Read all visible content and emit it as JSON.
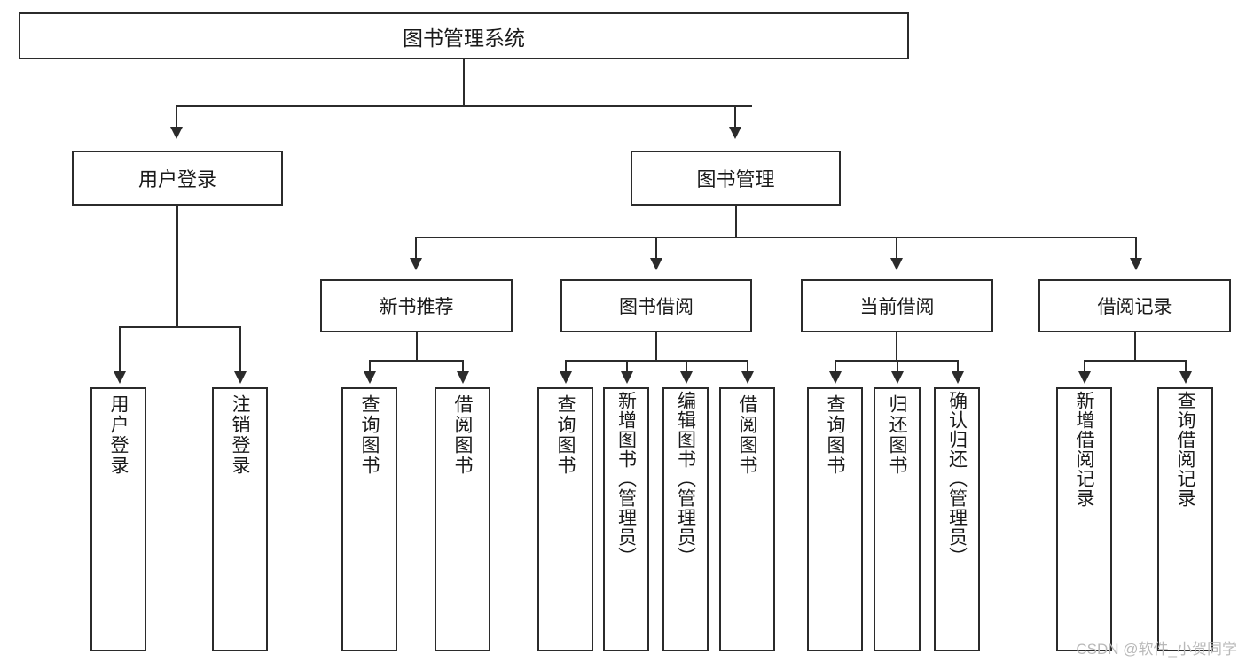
{
  "diagram": {
    "title": "图书管理系统",
    "type": "hierarchy-tree",
    "levels": 4,
    "colors": {
      "stroke": "#2b2b2b",
      "fill": "#ffffff",
      "text": "#1a1a1a",
      "watermark": "#b9b9b9"
    }
  },
  "root": {
    "label": "图书管理系统"
  },
  "level2": [
    {
      "label": "用户登录"
    },
    {
      "label": "图书管理"
    }
  ],
  "level3": [
    {
      "label": "新书推荐"
    },
    {
      "label": "图书借阅"
    },
    {
      "label": "当前借阅"
    },
    {
      "label": "借阅记录"
    }
  ],
  "leaves": {
    "user_login": [
      {
        "label": "用户登录"
      },
      {
        "label": "注销登录"
      }
    ],
    "new_book_recommend": [
      {
        "label": "查询图书"
      },
      {
        "label": "借阅图书"
      }
    ],
    "book_borrow": [
      {
        "label": "查询图书"
      },
      {
        "label": "新增图书（管理员）"
      },
      {
        "label": "编辑图书（管理员）"
      },
      {
        "label": "借阅图书"
      }
    ],
    "current_borrow": [
      {
        "label": "查询图书"
      },
      {
        "label": "归还图书"
      },
      {
        "label": "确认归还（管理员）"
      }
    ],
    "borrow_record": [
      {
        "label": "新增借阅记录"
      },
      {
        "label": "查询借阅记录"
      }
    ]
  },
  "watermark": {
    "text": "CSDN @软件_小贺同学"
  }
}
